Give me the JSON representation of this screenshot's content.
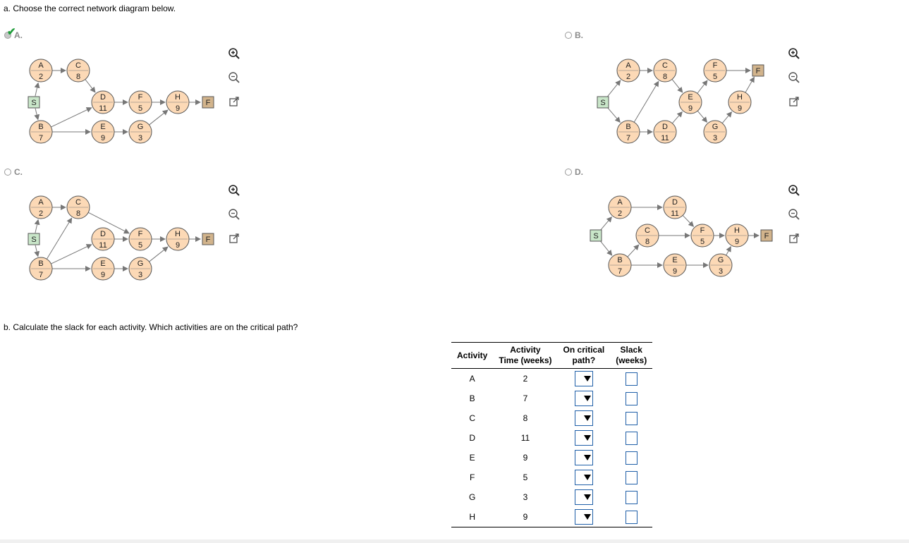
{
  "question_a": "a. Choose the correct network diagram below.",
  "question_b": "b. Calculate the slack for each activity. Which activities are on the critical path?",
  "options": [
    {
      "label": "A.",
      "selected": true
    },
    {
      "label": "B.",
      "selected": false
    },
    {
      "label": "C.",
      "selected": false
    },
    {
      "label": "D.",
      "selected": false
    }
  ],
  "node_colors": {
    "activity_fill": "#fcd9b6",
    "start_fill": "#c9e6c9",
    "finish_fill": "#d2b48c",
    "edge": "#777777"
  },
  "diagrams": {
    "A": {
      "nodes": [
        {
          "id": "S",
          "type": "start",
          "name": "S"
        },
        {
          "id": "A",
          "type": "act",
          "name": "A",
          "time": "2"
        },
        {
          "id": "C",
          "type": "act",
          "name": "C",
          "time": "8"
        },
        {
          "id": "B",
          "type": "act",
          "name": "B",
          "time": "7"
        },
        {
          "id": "D",
          "type": "act",
          "name": "D",
          "time": "11"
        },
        {
          "id": "E",
          "type": "act",
          "name": "E",
          "time": "9"
        },
        {
          "id": "F",
          "type": "act",
          "name": "F",
          "time": "5"
        },
        {
          "id": "G",
          "type": "act",
          "name": "G",
          "time": "3"
        },
        {
          "id": "H",
          "type": "act",
          "name": "H",
          "time": "9"
        },
        {
          "id": "Fin",
          "type": "finish",
          "name": "F"
        }
      ],
      "edges": [
        [
          "S",
          "A"
        ],
        [
          "S",
          "B"
        ],
        [
          "A",
          "C"
        ],
        [
          "C",
          "D"
        ],
        [
          "B",
          "D"
        ],
        [
          "B",
          "E"
        ],
        [
          "D",
          "F"
        ],
        [
          "E",
          "G"
        ],
        [
          "F",
          "H"
        ],
        [
          "G",
          "H"
        ],
        [
          "H",
          "Fin"
        ]
      ]
    },
    "B": {
      "nodes": [
        {
          "id": "S",
          "type": "start",
          "name": "S"
        },
        {
          "id": "A",
          "type": "act",
          "name": "A",
          "time": "2"
        },
        {
          "id": "C",
          "type": "act",
          "name": "C",
          "time": "8"
        },
        {
          "id": "F",
          "type": "act",
          "name": "F",
          "time": "5"
        },
        {
          "id": "Fin",
          "type": "finish",
          "name": "F"
        },
        {
          "id": "E",
          "type": "act",
          "name": "E",
          "time": "9"
        },
        {
          "id": "H",
          "type": "act",
          "name": "H",
          "time": "9"
        },
        {
          "id": "B",
          "type": "act",
          "name": "B",
          "time": "7"
        },
        {
          "id": "D",
          "type": "act",
          "name": "D",
          "time": "11"
        },
        {
          "id": "G",
          "type": "act",
          "name": "G",
          "time": "3"
        }
      ],
      "edges": [
        [
          "S",
          "A"
        ],
        [
          "S",
          "B"
        ],
        [
          "A",
          "C"
        ],
        [
          "B",
          "C"
        ],
        [
          "B",
          "D"
        ],
        [
          "C",
          "E"
        ],
        [
          "D",
          "E"
        ],
        [
          "E",
          "F"
        ],
        [
          "E",
          "G"
        ],
        [
          "F",
          "Fin"
        ],
        [
          "G",
          "H"
        ],
        [
          "H",
          "Fin"
        ]
      ]
    },
    "C": {
      "nodes": [
        {
          "id": "S",
          "type": "start",
          "name": "S"
        },
        {
          "id": "A",
          "type": "act",
          "name": "A",
          "time": "2"
        },
        {
          "id": "C",
          "type": "act",
          "name": "C",
          "time": "8"
        },
        {
          "id": "B",
          "type": "act",
          "name": "B",
          "time": "7"
        },
        {
          "id": "D",
          "type": "act",
          "name": "D",
          "time": "11"
        },
        {
          "id": "E",
          "type": "act",
          "name": "E",
          "time": "9"
        },
        {
          "id": "F",
          "type": "act",
          "name": "F",
          "time": "5"
        },
        {
          "id": "G",
          "type": "act",
          "name": "G",
          "time": "3"
        },
        {
          "id": "H",
          "type": "act",
          "name": "H",
          "time": "9"
        },
        {
          "id": "Fin",
          "type": "finish",
          "name": "F"
        }
      ],
      "edges": [
        [
          "S",
          "A"
        ],
        [
          "S",
          "B"
        ],
        [
          "A",
          "C"
        ],
        [
          "B",
          "C"
        ],
        [
          "C",
          "F"
        ],
        [
          "B",
          "D"
        ],
        [
          "B",
          "E"
        ],
        [
          "D",
          "F"
        ],
        [
          "E",
          "G"
        ],
        [
          "F",
          "H"
        ],
        [
          "G",
          "H"
        ],
        [
          "H",
          "Fin"
        ]
      ]
    },
    "D": {
      "nodes": [
        {
          "id": "S",
          "type": "start",
          "name": "S"
        },
        {
          "id": "A",
          "type": "act",
          "name": "A",
          "time": "2"
        },
        {
          "id": "D",
          "type": "act",
          "name": "D",
          "time": "11"
        },
        {
          "id": "C",
          "type": "act",
          "name": "C",
          "time": "8"
        },
        {
          "id": "F",
          "type": "act",
          "name": "F",
          "time": "5"
        },
        {
          "id": "H",
          "type": "act",
          "name": "H",
          "time": "9"
        },
        {
          "id": "Fin",
          "type": "finish",
          "name": "F"
        },
        {
          "id": "B",
          "type": "act",
          "name": "B",
          "time": "7"
        },
        {
          "id": "E",
          "type": "act",
          "name": "E",
          "time": "9"
        },
        {
          "id": "G",
          "type": "act",
          "name": "G",
          "time": "3"
        }
      ],
      "edges": [
        [
          "S",
          "A"
        ],
        [
          "S",
          "B"
        ],
        [
          "A",
          "D"
        ],
        [
          "B",
          "C"
        ],
        [
          "C",
          "F"
        ],
        [
          "D",
          "F"
        ],
        [
          "B",
          "E"
        ],
        [
          "E",
          "G"
        ],
        [
          "F",
          "H"
        ],
        [
          "G",
          "H"
        ],
        [
          "H",
          "Fin"
        ]
      ]
    }
  },
  "table": {
    "headers": [
      "Activity",
      "Activity Time (weeks)",
      "On critical path?",
      "Slack (weeks)"
    ],
    "header_lines": [
      [
        "Activity"
      ],
      [
        "Activity",
        "Time (weeks)"
      ],
      [
        "On critical",
        "path?"
      ],
      [
        "Slack",
        "(weeks)"
      ]
    ],
    "rows": [
      {
        "activity": "A",
        "time": "2"
      },
      {
        "activity": "B",
        "time": "7"
      },
      {
        "activity": "C",
        "time": "8"
      },
      {
        "activity": "D",
        "time": "11"
      },
      {
        "activity": "E",
        "time": "9"
      },
      {
        "activity": "F",
        "time": "5"
      },
      {
        "activity": "G",
        "time": "3"
      },
      {
        "activity": "H",
        "time": "9"
      }
    ]
  },
  "icons": [
    "zoom-in-icon",
    "zoom-out-icon",
    "open-new-window-icon",
    "checkmark-icon"
  ]
}
